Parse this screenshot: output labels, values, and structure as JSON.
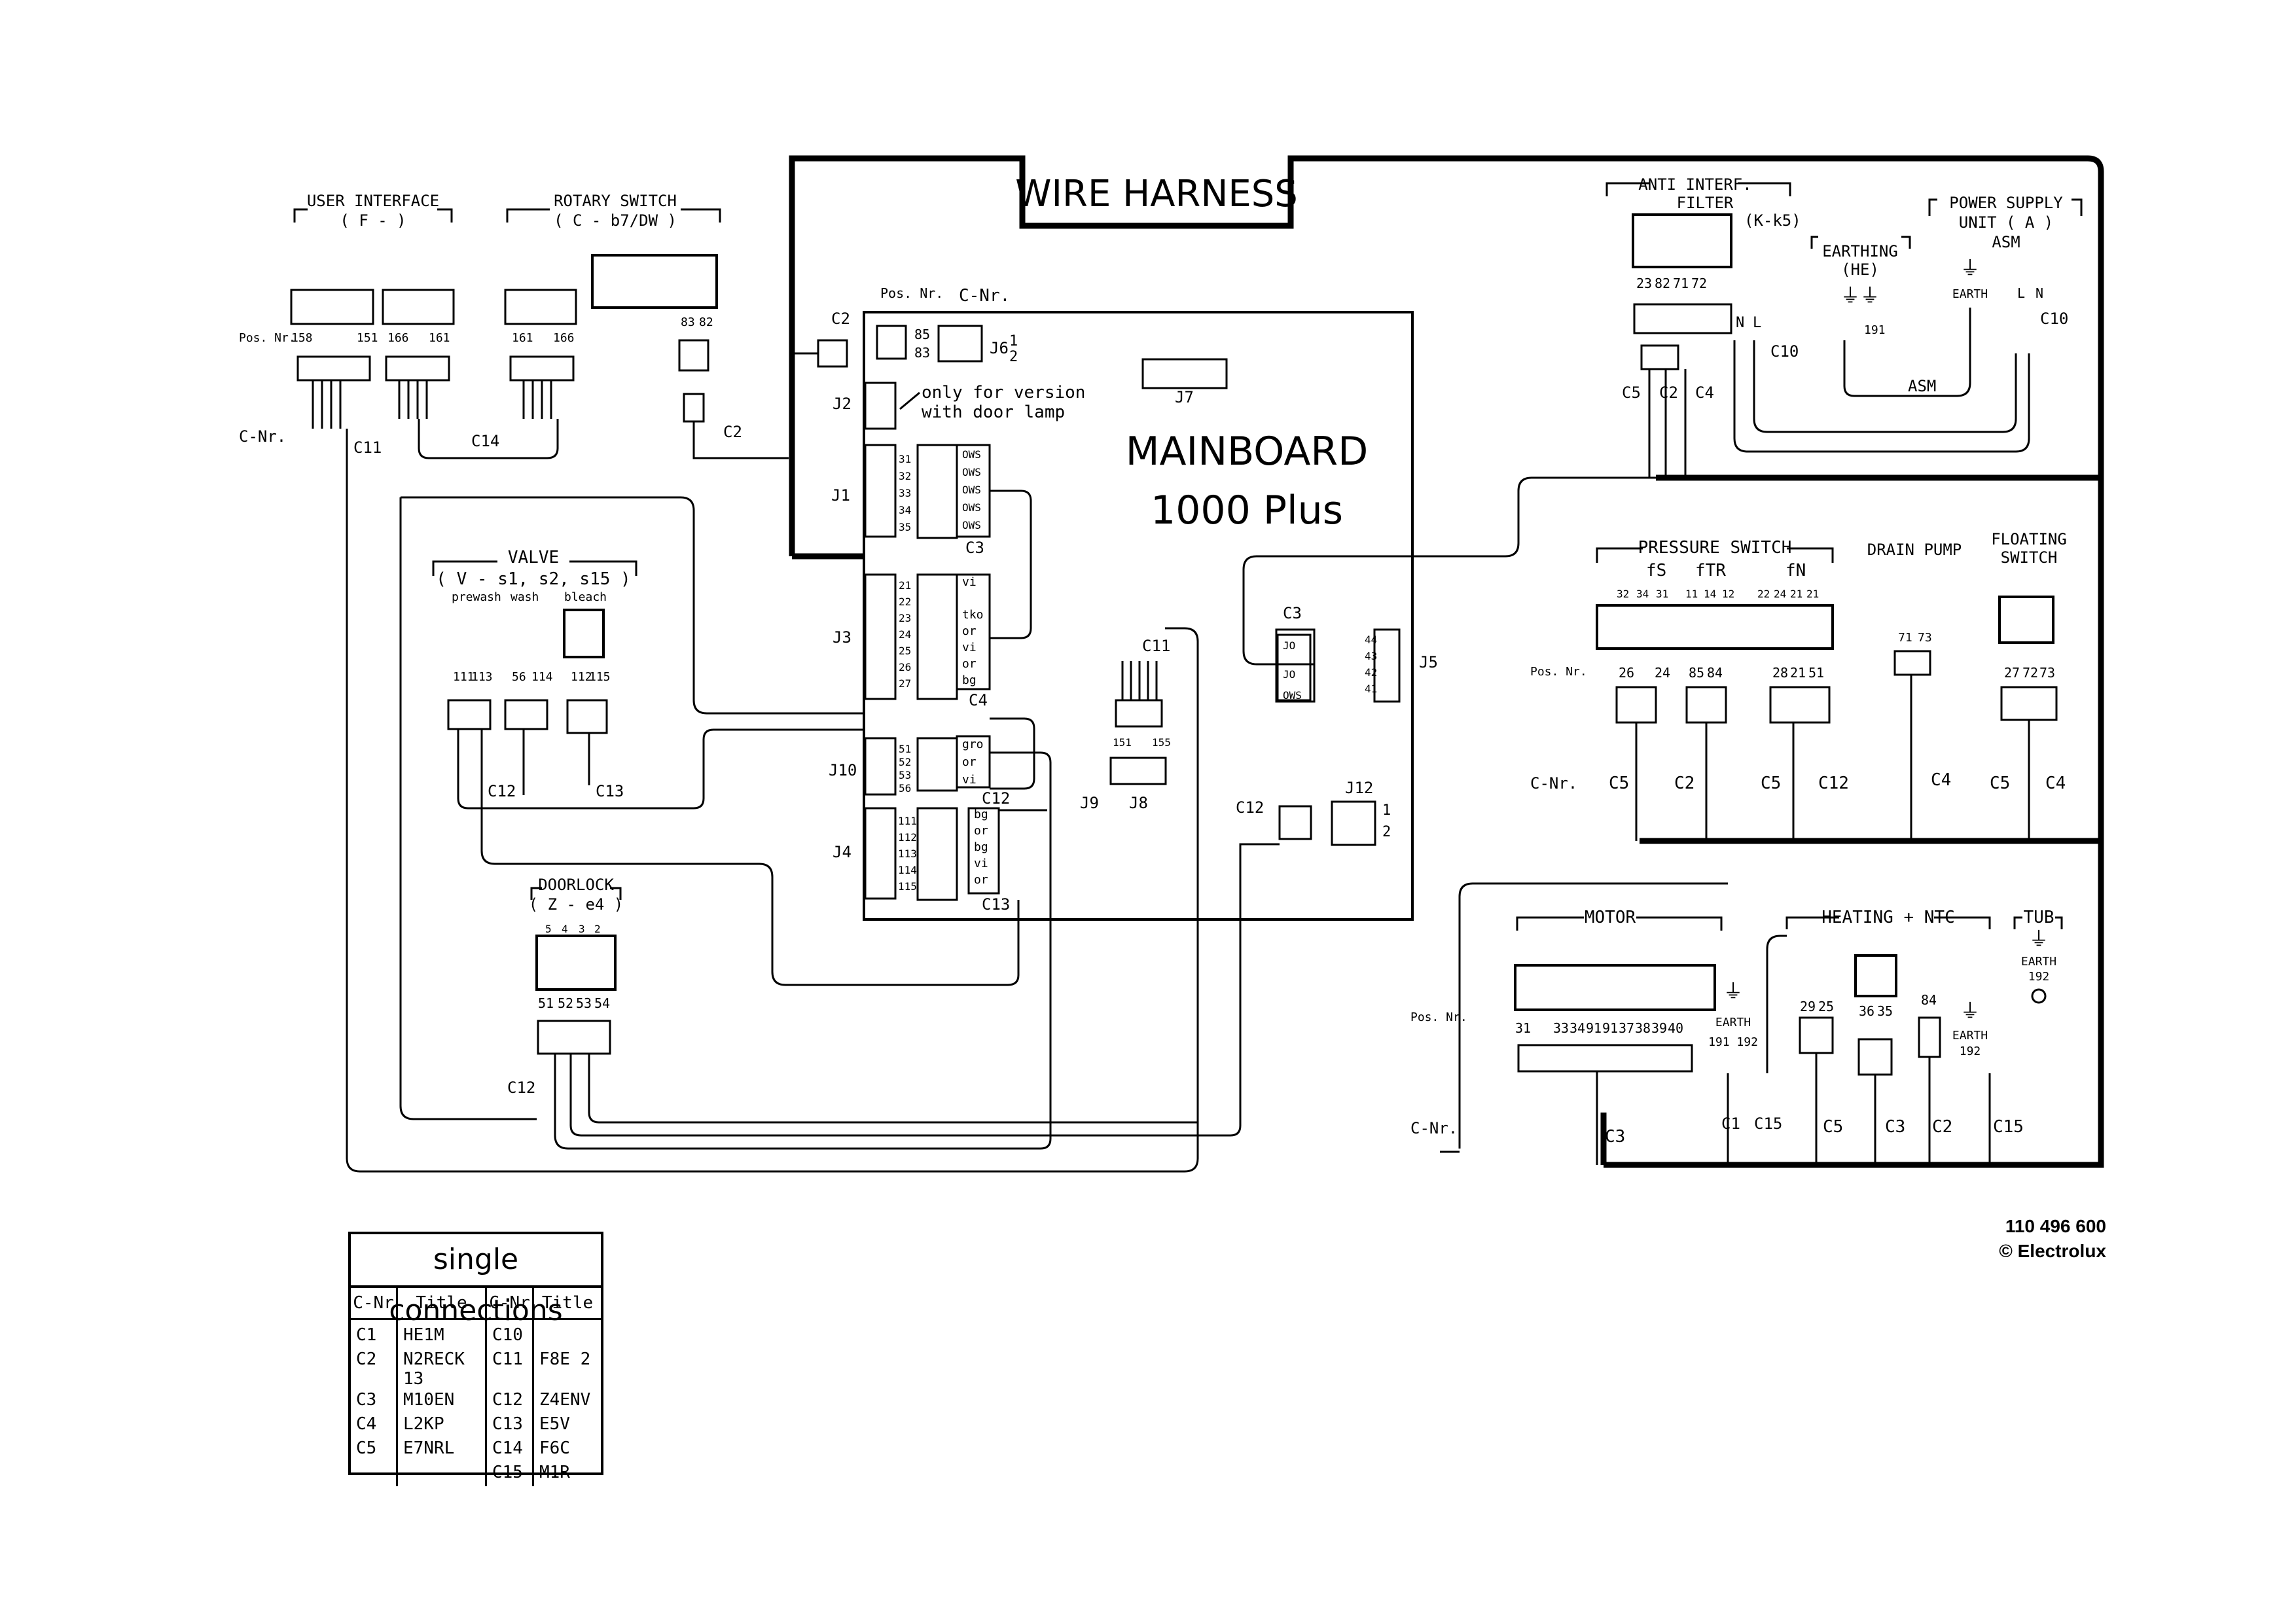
{
  "title": "WIRE HARNESS",
  "mainboard": {
    "line1": "MAINBOARD",
    "line2": "1000 Plus"
  },
  "labels": {
    "pos_nr": "Pos. Nr.",
    "c_nr": "C-Nr.",
    "door_lamp_note_1": "only for version",
    "door_lamp_note_2": "with door lamp"
  },
  "components": {
    "user_interface": {
      "name": "USER INTERFACE",
      "code": "( F - )",
      "pins": [
        "158",
        "151",
        "166",
        "161"
      ]
    },
    "rotary_switch": {
      "name": "ROTARY SWITCH",
      "code": "( C - b7/DW )",
      "pins": [
        "161",
        "166",
        "83",
        "82"
      ]
    },
    "anti_interf": {
      "name_1": "ANTI INTERF.",
      "name_2": "FILTER",
      "code": "(K-k5)",
      "pins": [
        "23",
        "82",
        "71",
        "72"
      ]
    },
    "earthing": {
      "name": "EARTHING",
      "code": "(HE)",
      "pin": "191"
    },
    "power_supply": {
      "name_1": "POWER SUPPLY",
      "name_2": "UNIT ( A )",
      "name_3": "ASM",
      "earth": "EARTH",
      "n": "N",
      "l": "L",
      "asm": "ASM"
    },
    "valve": {
      "name": "VALVE",
      "code": "( V - s1, s2, s15 )",
      "sub": [
        "prewash",
        "wash",
        "bleach"
      ],
      "pins": [
        "111",
        "113",
        "56",
        "114",
        "112",
        "115"
      ]
    },
    "doorlock": {
      "name": "DOORLOCK",
      "code": "( Z - e4 )",
      "top_pins": [
        "5",
        "4",
        "3",
        "2"
      ],
      "pins": [
        "51",
        "52",
        "53",
        "54"
      ]
    },
    "pressure_switch": {
      "name": "PRESSURE SWITCH",
      "groups": [
        "fS",
        "fTR",
        "fN"
      ],
      "top_pins": [
        "32",
        "34",
        "31",
        "11",
        "14",
        "12",
        "22",
        "24",
        "21",
        "21"
      ],
      "pins": [
        "26",
        "24",
        "85",
        "84",
        "28",
        "21",
        "51"
      ]
    },
    "drain_pump": {
      "name": "DRAIN PUMP",
      "pins": [
        "71",
        "73"
      ]
    },
    "floating_switch": {
      "name_1": "FLOATING",
      "name_2": "SWITCH",
      "pins": [
        "27",
        "72",
        "73"
      ]
    },
    "motor": {
      "name": "MOTOR",
      "pins": [
        "31",
        "33",
        "34",
        "91",
        "91",
        "37",
        "38",
        "39",
        "40"
      ],
      "earth": "EARTH",
      "earth_pins": "191 192"
    },
    "heating": {
      "name": "HEATING + NTC",
      "pins": [
        "29",
        "25",
        "36",
        "35",
        "84"
      ],
      "earth": "EARTH",
      "earth_pin": "192"
    },
    "tub": {
      "name": "TUB",
      "earth": "EARTH",
      "pin": "192"
    }
  },
  "connectors": {
    "J1": "J1",
    "J2": "J2",
    "J3": "J3",
    "J4": "J4",
    "J5": "J5",
    "J6": "J6",
    "J7": "J7",
    "J8": "J8",
    "J9": "J9",
    "J10": "J10",
    "J12": "J12",
    "j1_wires": [
      "OWS",
      "OWS",
      "OWS",
      "OWS",
      "OWS"
    ],
    "j3_wires": [
      "vi",
      "tko",
      "or",
      "vi",
      "or",
      "bg"
    ],
    "j10_wires": [
      "gro",
      "or",
      "vi"
    ],
    "j4_wires": [
      "bg",
      "or",
      "bg",
      "vi",
      "or"
    ],
    "j5_wires": [
      "JO",
      "JO",
      "OWS"
    ],
    "j1_pins": [
      "31",
      "32",
      "33",
      "34",
      "35"
    ],
    "j3_pins": [
      "21",
      "22",
      "23",
      "24",
      "25",
      "26",
      "27"
    ],
    "j10_pins": [
      "51",
      "52",
      "53",
      "56"
    ],
    "j4_pins": [
      "111",
      "112",
      "113",
      "114",
      "115"
    ],
    "j5_pins": [
      "44",
      "43",
      "42",
      "41"
    ],
    "j6_pins": [
      "85",
      "83"
    ],
    "j12_pins": [
      "1",
      "2"
    ],
    "j6_num": [
      "1",
      "2"
    ],
    "j8_pins": [
      "151",
      "155"
    ]
  },
  "cables": [
    "C1",
    "C2",
    "C3",
    "C4",
    "C5",
    "C10",
    "C11",
    "C12",
    "C13",
    "C14",
    "C15"
  ],
  "legend": {
    "title": "single connections",
    "col_cnr": "C-Nr",
    "col_title": "Title",
    "left": [
      {
        "c": "C1",
        "t": "HE1M"
      },
      {
        "c": "C2",
        "t": "N2RECK 13"
      },
      {
        "c": "C3",
        "t": "M10EN"
      },
      {
        "c": "C4",
        "t": "L2KP"
      },
      {
        "c": "C5",
        "t": "E7NRL"
      }
    ],
    "right": [
      {
        "c": "C10",
        "t": ""
      },
      {
        "c": "C11",
        "t": "F8E 2"
      },
      {
        "c": "C12",
        "t": "Z4ENV"
      },
      {
        "c": "C13",
        "t": "E5V"
      },
      {
        "c": "C14",
        "t": "F6C"
      },
      {
        "c": "C15",
        "t": "M1R"
      }
    ]
  },
  "doc": {
    "number": "110 496 600",
    "brand": "© Electrolux"
  }
}
